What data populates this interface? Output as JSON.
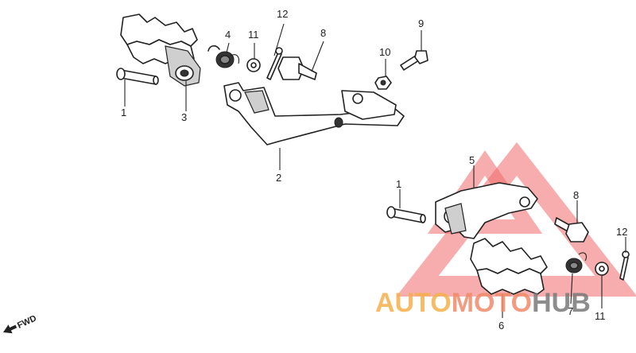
{
  "callouts": {
    "c1a": "1",
    "c3": "3",
    "c4": "4",
    "c11a": "11",
    "c12a": "12",
    "c8a": "8",
    "c10": "10",
    "c9": "9",
    "c2": "2",
    "c5": "5",
    "c1b": "1",
    "c8b": "8",
    "c12b": "12",
    "c7": "7",
    "c6": "6",
    "c11b": "11"
  },
  "direction_marker": {
    "label": "FWD"
  },
  "watermark": {
    "part1": "AUTO",
    "part2": "MOTO",
    "part3": "HUB",
    "colors": {
      "auto": "#f5b04a",
      "moto": "#f08a6a",
      "hub": "#7a7a7a",
      "triangle": "#f06a6a"
    }
  }
}
